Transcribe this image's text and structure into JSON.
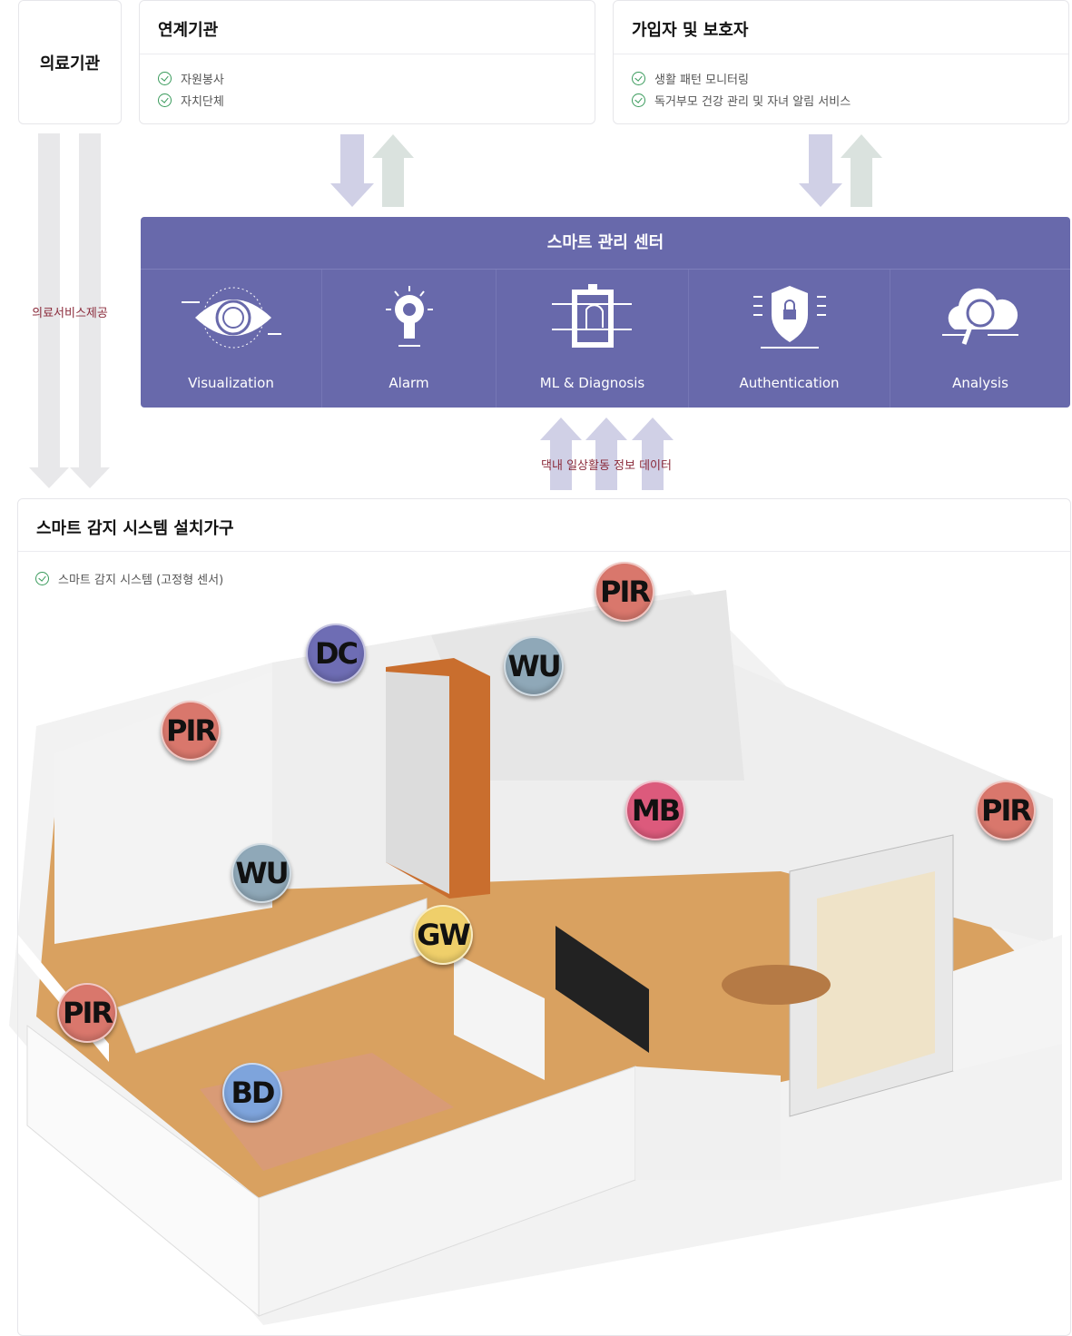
{
  "medical": {
    "title": "의료기관",
    "service_label": "의료서비스제공"
  },
  "partners": {
    "title": "연계기관",
    "items": [
      "자원봉사",
      "자치단체"
    ]
  },
  "guardians": {
    "title": "가입자 및 보호자",
    "items": [
      "생활 패턴 모니터링",
      "독거부모 건강 관리 및 자녀 알림 서비스"
    ]
  },
  "center": {
    "title": "스마트 관리 센터",
    "modules": [
      {
        "label": "Visualization",
        "icon": "eye-icon"
      },
      {
        "label": "Alarm",
        "icon": "lightbulb-icon"
      },
      {
        "label": "ML & Diagnosis",
        "icon": "clipboard-head-icon"
      },
      {
        "label": "Authentication",
        "icon": "shield-lock-icon"
      },
      {
        "label": "Analysis",
        "icon": "cloud-search-icon"
      }
    ]
  },
  "data_flow_label": "댁내 일상활동 정보 데이터",
  "sensing": {
    "title": "스마트 감지 시스템 설치가구",
    "items": [
      "스마트 감지 시스템 (고정형 센서)"
    ],
    "sensors": [
      {
        "label": "PIR",
        "color": "#d9776c"
      },
      {
        "label": "DC",
        "color": "#6e6db4"
      },
      {
        "label": "WU",
        "color": "#8fa8b8"
      },
      {
        "label": "PIR",
        "color": "#d9776c"
      },
      {
        "label": "WU",
        "color": "#8fa8b8"
      },
      {
        "label": "MB",
        "color": "#dc5a7c"
      },
      {
        "label": "PIR",
        "color": "#d9776c"
      },
      {
        "label": "GW",
        "color": "#efcf6a"
      },
      {
        "label": "PIR",
        "color": "#d9776c"
      },
      {
        "label": "BD",
        "color": "#7ea4dc"
      }
    ]
  },
  "colors": {
    "center_bg": "#6869ab",
    "check": "#3a9b5c",
    "flow_text": "#8a2a3a"
  }
}
